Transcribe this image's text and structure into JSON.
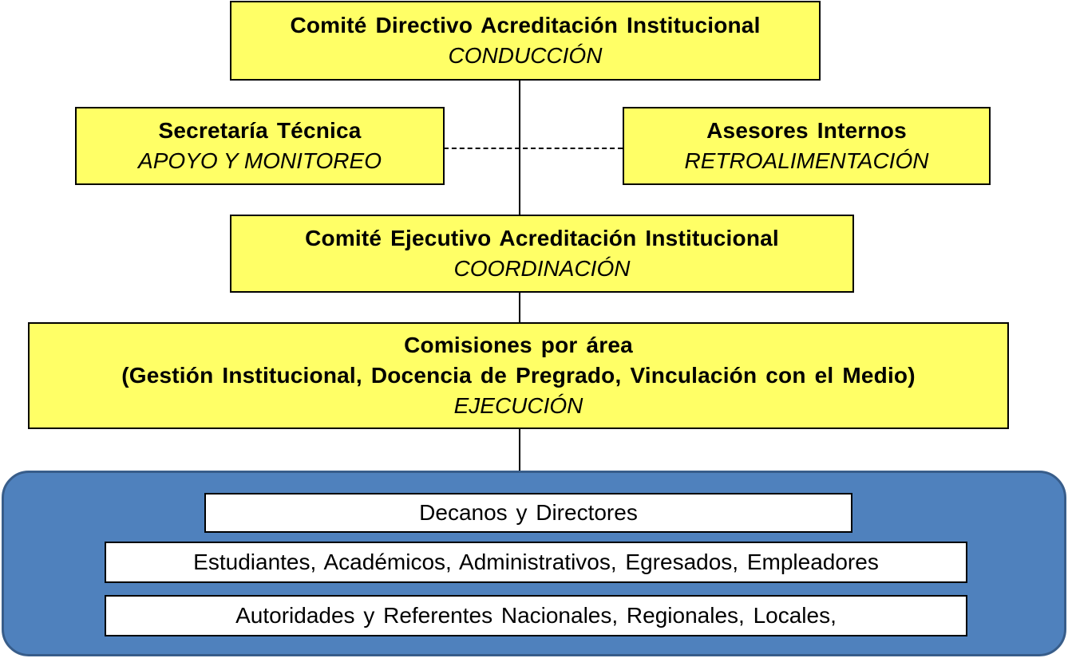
{
  "diagram": {
    "type": "organizational-chart",
    "colors": {
      "node_fill": "#ffff66",
      "node_border": "#000000",
      "panel_fill": "#4f81bd",
      "panel_border": "#385d8a",
      "stakeholder_fill": "#ffffff"
    },
    "nodes": {
      "directivo": {
        "title": "Comité Directivo Acreditación Institucional",
        "role": "CONDUCCIÓN"
      },
      "secretaria": {
        "title": "Secretaría Técnica",
        "role": "APOYO Y MONITOREO"
      },
      "asesores": {
        "title": "Asesores Internos",
        "role": "RETROALIMENTACIÓN"
      },
      "ejecutivo": {
        "title": "Comité Ejecutivo Acreditación Institucional",
        "role": "COORDINACIÓN"
      },
      "comisiones": {
        "title": "Comisiones por área",
        "subtitle": "(Gestión Institucional, Docencia de Pregrado, Vinculación con el Medio)",
        "role": "EJECUCIÓN"
      }
    },
    "stakeholders": [
      "Decanos y Directores",
      "Estudiantes, Académicos, Administrativos, Egresados, Empleadores",
      "Autoridades y Referentes Nacionales, Regionales, Locales,"
    ],
    "edges": [
      {
        "from": "directivo",
        "to": "ejecutivo",
        "style": "solid"
      },
      {
        "from": "secretaria",
        "to": "asesores",
        "style": "dashed"
      },
      {
        "from": "ejecutivo",
        "to": "comisiones",
        "style": "solid"
      },
      {
        "from": "comisiones",
        "to": "stakeholders",
        "style": "solid"
      }
    ]
  }
}
